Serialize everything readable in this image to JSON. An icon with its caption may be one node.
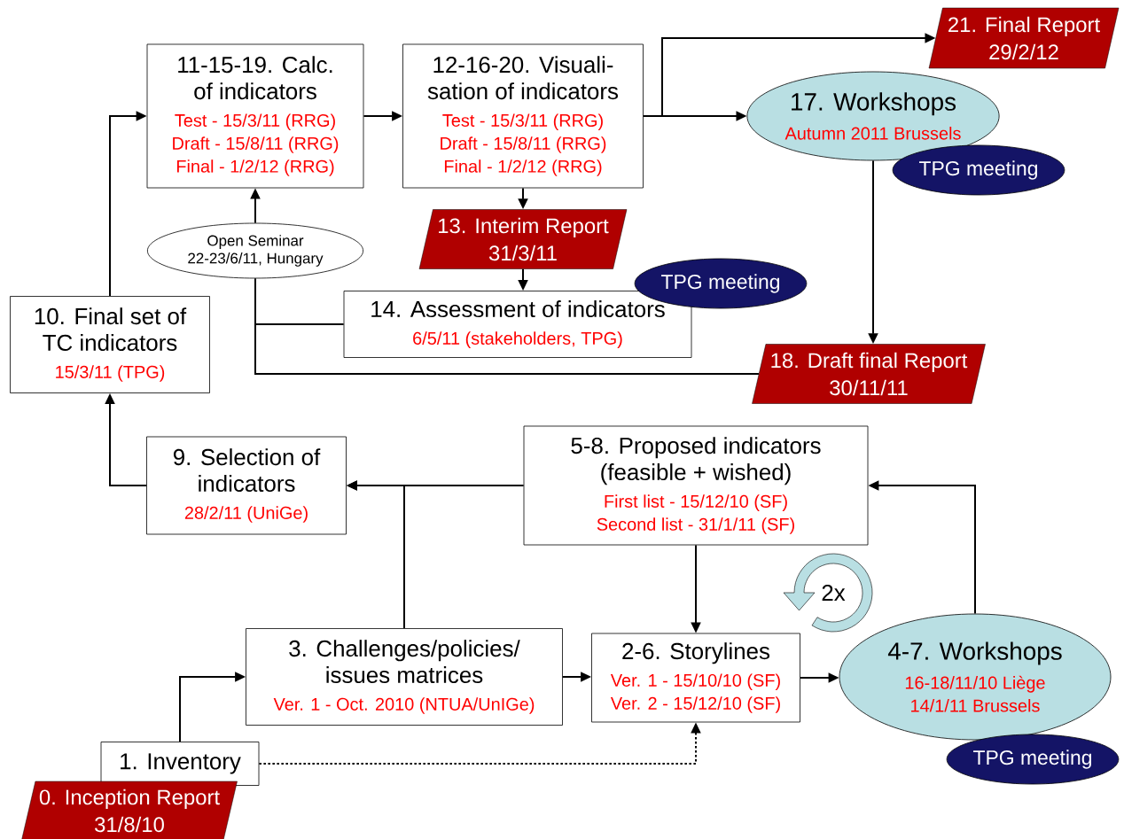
{
  "diagram": {
    "nodes": [
      {
        "text": [
          "11-15-19. Calc. of indicators",
          "Test - 15/3/11 (RRG)",
          "Draft - 15/8/11 (RRG)",
          "Final - 1/2/12 (RRG)"
        ]
      },
      {
        "text": [
          "12-16-20. Visuali- sation of indicators",
          "Test - 15/3/11 (RRG)",
          "Draft - 15/8/11 (RRG)",
          "Final - 1/2/12 (RRG)"
        ]
      },
      {
        "text": [
          "21. Final Report",
          "29/2/12"
        ]
      },
      {
        "text": [
          "17. Workshops",
          "Autumn 2011 Brussels"
        ]
      },
      {
        "text": [
          "TPG meeting"
        ]
      },
      {
        "text": [
          "Open Seminar 22-23/6/11, Hungary"
        ]
      },
      {
        "text": [
          "13. Interim Report",
          "31/3/11"
        ]
      },
      {
        "text": [
          "TPG meeting"
        ]
      },
      {
        "text": [
          "10. Final set of TC indicators",
          "15/3/11 (TPG)"
        ]
      },
      {
        "text": [
          "14. Assessment of indicators",
          "6/5/11 (stakeholders, TPG)"
        ]
      },
      {
        "text": [
          "18. Draft final Report",
          "30/11/11"
        ]
      },
      {
        "text": [
          "9. Selection of indicators",
          "28/2/11 (UniGe)"
        ]
      },
      {
        "text": [
          "5-8. Proposed indicators (feasible + wished)",
          "First list - 15/12/10 (SF)",
          "Second list - 31/1/11 (SF)"
        ]
      },
      {
        "text": [
          "3. Challenges/policies/ issues matrices",
          "Ver. 1 - Oct. 2010 (NTUA/UnIGe)"
        ]
      },
      {
        "text": [
          "2-6. Storylines",
          "Ver. 1 - 15/10/10 (SF)",
          "Ver. 2 - 15/12/10 (SF)"
        ]
      },
      {
        "text": [
          "4-7. Workshops",
          "16-18/11/10 Liège",
          "14/1/11 Brussels"
        ]
      },
      {
        "text": [
          "TPG meeting"
        ]
      },
      {
        "text": [
          "1. Inventory"
        ]
      },
      {
        "text": [
          "0. Inception Report",
          "31/8/10"
        ]
      }
    ],
    "edges": [
      {
        "from": 8,
        "to": 0,
        "arrow": "to"
      },
      {
        "from": 0,
        "to": 1,
        "arrow": "to"
      },
      {
        "from": 1,
        "to": 2,
        "arrow": "to"
      },
      {
        "from": 1,
        "to": 3,
        "arrow": "to"
      },
      {
        "from": 1,
        "to": 6,
        "arrow": "to"
      },
      {
        "from": 6,
        "to": 9,
        "arrow": "to"
      },
      {
        "from": 5,
        "to": 0,
        "arrow": "to"
      },
      {
        "from": 9,
        "to": 5,
        "arrow": "none"
      },
      {
        "from": 10,
        "to": 5,
        "arrow": "none"
      },
      {
        "from": 3,
        "to": 10,
        "arrow": "to"
      },
      {
        "from": 11,
        "to": 8,
        "arrow": "to"
      },
      {
        "from": 12,
        "to": 11,
        "arrow": "to"
      },
      {
        "from": 13,
        "to": 11,
        "arrow": "to"
      },
      {
        "from": 12,
        "to": 14,
        "arrow": "to"
      },
      {
        "from": 13,
        "to": 14,
        "arrow": "to"
      },
      {
        "from": 14,
        "to": 15,
        "arrow": "to"
      },
      {
        "from": 15,
        "to": 12,
        "arrow": "to"
      },
      {
        "from": 17,
        "to": 13,
        "arrow": "to"
      },
      {
        "from": 17,
        "to": 14,
        "arrow": "to",
        "style": "dashed"
      }
    ],
    "labels": [
      "2x"
    ]
  }
}
